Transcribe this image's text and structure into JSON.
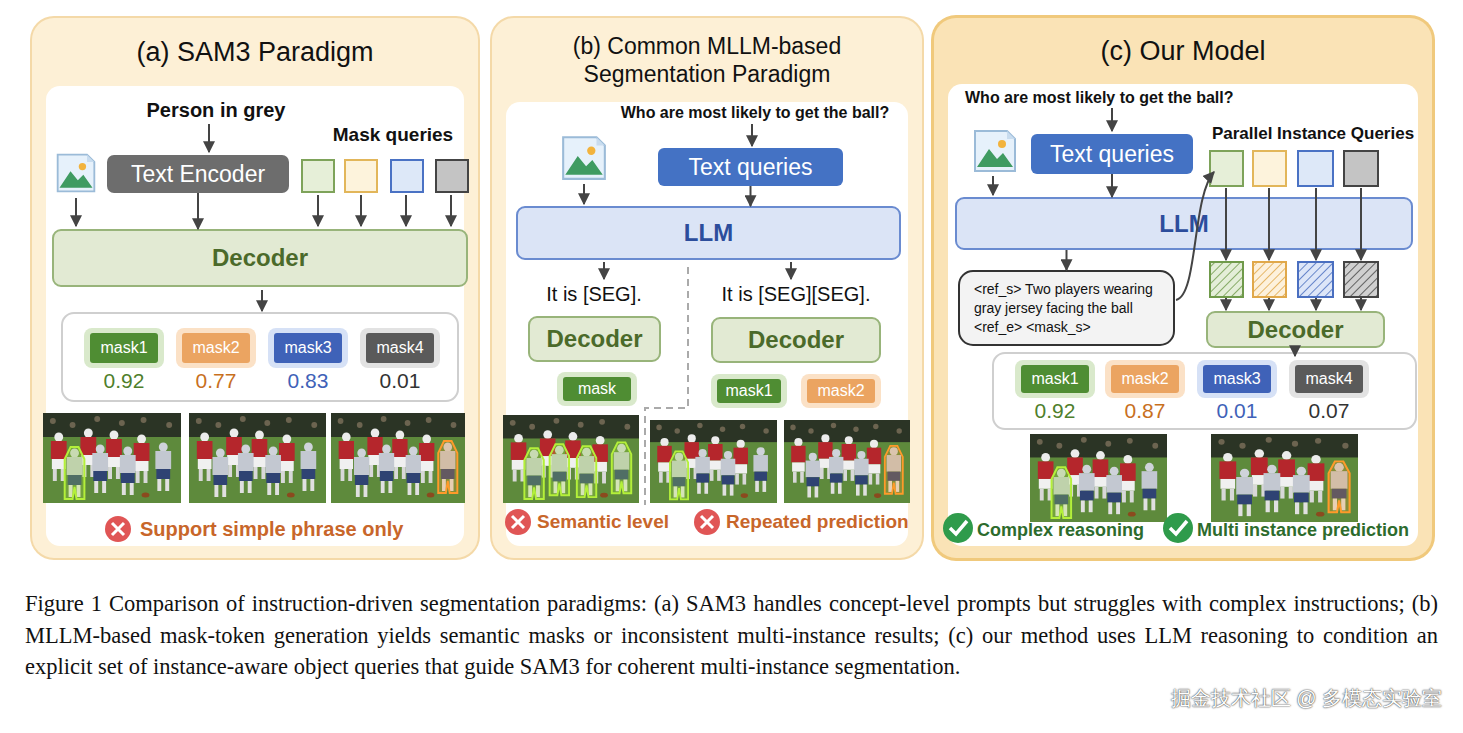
{
  "diagram": {
    "caption": "Figure 1 Comparison of instruction-driven segmentation paradigms: (a) SAM3 handles concept-level prompts but struggles with complex instructions; (b) MLLM-based mask-token generation yields semantic masks or inconsistent multi-instance results; (c) our method uses LLM reasoning to condition an explicit set of instance-aware object queries that guide SAM3 for coherent multi-instance segmentation.",
    "nodes": [
      {
        "text": [
          "(a) SAM3 Paradigm"
        ]
      },
      {
        "text": [
          "Text Encoder"
        ],
        "in": 0
      },
      {
        "text": [
          "Decoder"
        ],
        "in": 0
      },
      {
        "text": [
          "mask1",
          "0.92"
        ],
        "in": 0
      },
      {
        "text": [
          "mask2",
          "0.77"
        ],
        "in": 0
      },
      {
        "text": [
          "mask3",
          "0.83"
        ],
        "in": 0
      },
      {
        "text": [
          "mask4",
          "0.01"
        ],
        "in": 0
      },
      {
        "text": [
          "(b) Common MLLM-based Segmentation Paradigm"
        ]
      },
      {
        "text": [
          "Text queries"
        ],
        "in": 7
      },
      {
        "text": [
          "LLM"
        ],
        "in": 7
      },
      {
        "text": [
          "Decoder"
        ],
        "in": 7
      },
      {
        "text": [
          "Decoder"
        ],
        "in": 7
      },
      {
        "text": [
          "mask"
        ],
        "in": 7
      },
      {
        "text": [
          "mask1"
        ],
        "in": 7
      },
      {
        "text": [
          "mask2"
        ],
        "in": 7
      },
      {
        "text": [
          "(c) Our Model"
        ]
      },
      {
        "text": [
          "Text queries"
        ],
        "in": 15
      },
      {
        "text": [
          "LLM"
        ],
        "in": 15
      },
      {
        "text": [
          "<ref_s> Two players wearing gray jersey facing the ball <ref_e> <mask_s>"
        ],
        "in": 15
      },
      {
        "text": [
          "Decoder"
        ],
        "in": 15
      },
      {
        "text": [
          "mask1",
          "0.92"
        ],
        "in": 15
      },
      {
        "text": [
          "mask2",
          "0.87"
        ],
        "in": 15
      },
      {
        "text": [
          "mask3",
          "0.01"
        ],
        "in": 15
      },
      {
        "text": [
          "mask4",
          "0.07"
        ],
        "in": 15
      }
    ],
    "edges": [
      {
        "from": 1,
        "to": 2,
        "arrow": "to"
      },
      {
        "from": 8,
        "to": 9,
        "arrow": "to"
      },
      {
        "from": 16,
        "to": 17,
        "arrow": "to"
      },
      {
        "from": 17,
        "to": 18,
        "arrow": "to"
      }
    ],
    "labels": [
      "Person in grey",
      "Mask queries",
      "Support simple phrase only",
      "Who are most likely to get the ball?",
      "It is [SEG].",
      "It is [SEG][SEG].",
      "Semantic level",
      "Repeated prediction",
      "Who are most likely to get the ball?",
      "Parallel Instance Queries",
      "Complex reasoning",
      "Multi instance prediction",
      "掘金技术社区 @ 多模态实验室"
    ]
  }
}
